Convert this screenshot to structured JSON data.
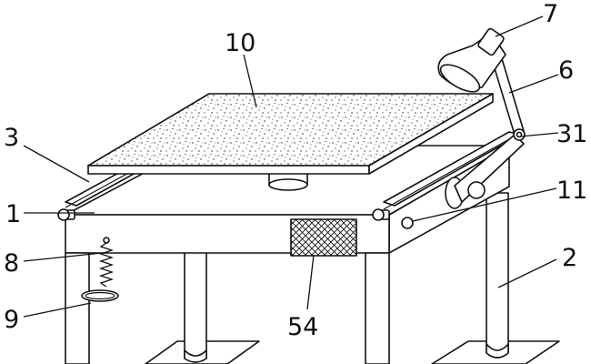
{
  "labels": {
    "l1": "1",
    "l2": "2",
    "l3": "3",
    "l6": "6",
    "l7": "7",
    "l8": "8",
    "l9": "9",
    "l10": "10",
    "l11": "11",
    "l31": "31",
    "l54": "54"
  },
  "colors": {
    "line": "#111111",
    "background": "#ffffff"
  }
}
